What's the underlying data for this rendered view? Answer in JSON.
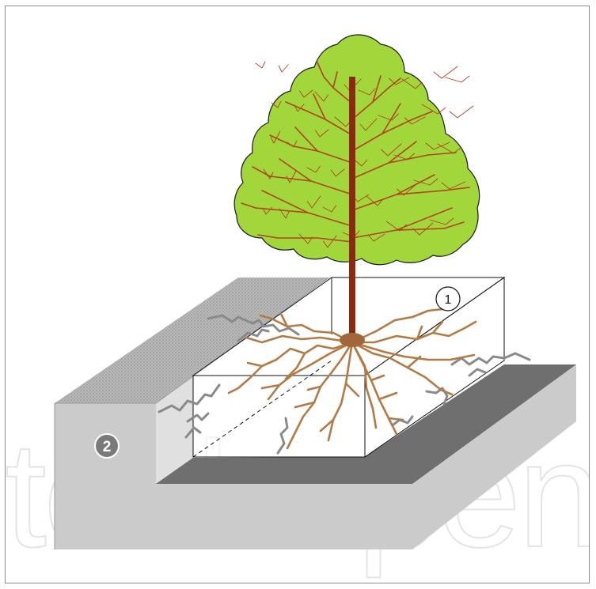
{
  "diagram": {
    "markers": [
      {
        "id": "1",
        "label": "1"
      },
      {
        "id": "2",
        "label": "2"
      }
    ],
    "watermark": "techopen",
    "colors": {
      "canopy": "#a2d73b",
      "canopy_outline": "#1a1a1a",
      "trunk": "#8b2a10",
      "canopy_branches": "#b0421c",
      "roots": "#b37a45",
      "root_collar": "#a0683a",
      "old_roots": "#8a8a8a",
      "pit_floor": "#6f6f6f",
      "slab_top": "#bdbdbd",
      "slab_front": "#cbcbcb",
      "curb_top": "#9c9c9c",
      "marker_2_fill": "#7a7a7a"
    }
  }
}
